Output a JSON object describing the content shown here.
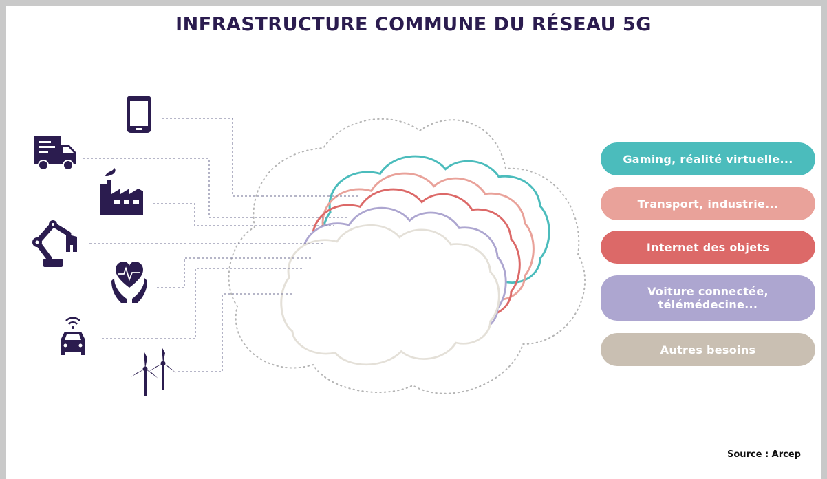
{
  "title": "INFRASTRUCTURE COMMUNE DU RÉSEAU 5G",
  "source": "Source : Arcep",
  "colors": {
    "icon": "#2b1c4f",
    "gaming": "#4bbcbc",
    "transport": "#e9a29a",
    "iot": "#dc6968",
    "voiture": "#ada6d0",
    "autres": "#c9bfb2"
  },
  "icons": [
    "smartphone-icon",
    "truck-icon",
    "factory-icon",
    "robot-arm-icon",
    "health-hands-icon",
    "connected-car-icon",
    "wind-turbines-icon"
  ],
  "labels": {
    "gaming": "Gaming, réalité virtuelle...",
    "transport": "Transport, industrie...",
    "iot": "Internet des objets",
    "voiture": "Voiture connectée,\ntélémédecine...",
    "autres": "Autres besoins"
  }
}
